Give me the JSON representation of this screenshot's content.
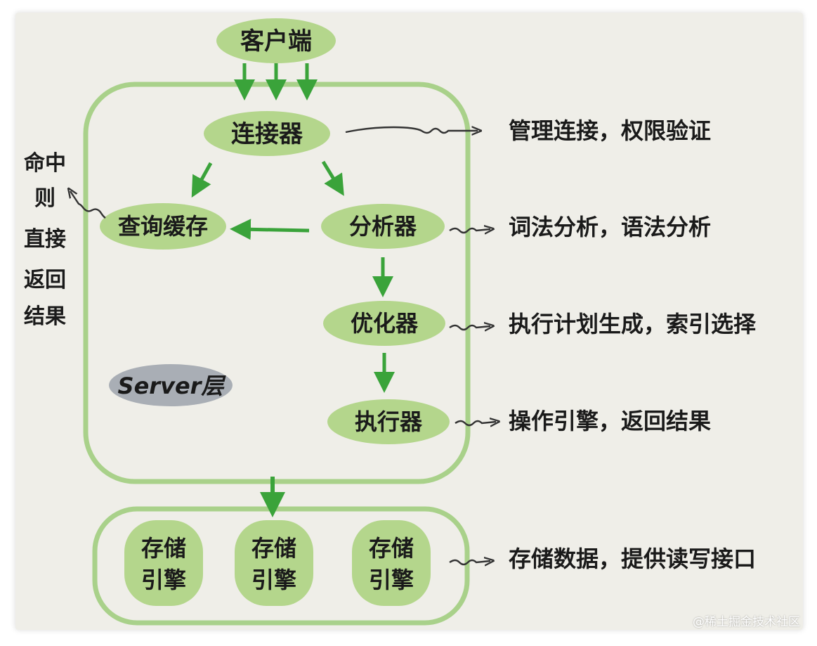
{
  "nodes": {
    "client": "客户端",
    "connector": "连接器",
    "query_cache": "查询缓存",
    "analyzer": "分析器",
    "optimizer": "优化器",
    "executor": "执行器",
    "server_layer": "Server层",
    "storage_engines": [
      {
        "line1": "存储",
        "line2": "引擎"
      },
      {
        "line1": "存储",
        "line2": "引擎"
      },
      {
        "line1": "存储",
        "line2": "引擎"
      }
    ]
  },
  "notes": {
    "connector": "管理连接，权限验证",
    "analyzer": "词法分析，语法分析",
    "optimizer": "执行计划生成，索引选择",
    "executor": "操作引擎，返回结果",
    "storage": "存储数据，提供读写接口",
    "cache_hit": [
      "命中",
      "则",
      "直接",
      "返回",
      "结果"
    ]
  },
  "colors": {
    "node_fill": "#b4d68c",
    "border": "#a9d18a",
    "arrow": "#3aa33a",
    "server_badge": "#a9aeb5",
    "ink": "#1a1a1a"
  },
  "watermark": "@稀土掘金技术社区"
}
